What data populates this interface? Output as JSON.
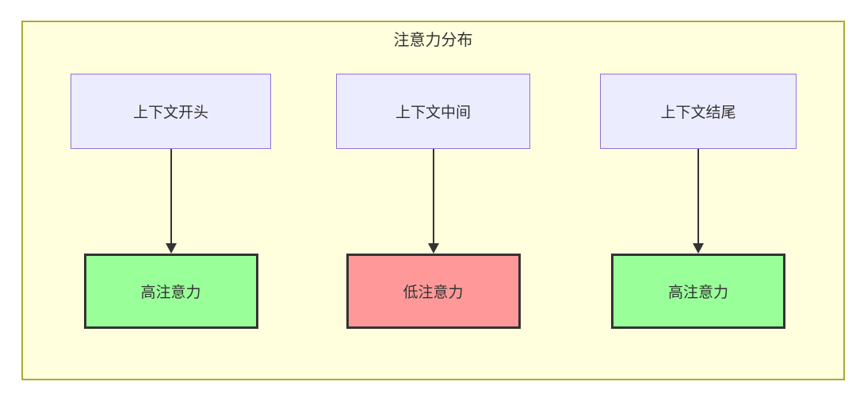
{
  "diagram": {
    "title": "注意力分布",
    "colors": {
      "canvas_bg": "#ffffde",
      "canvas_border": "#aaaa33",
      "source_fill": "#ececff",
      "source_border": "#9370db",
      "high_fill": "#99ff99",
      "low_fill": "#ff9999",
      "target_border": "#333333",
      "arrow": "#333333",
      "text": "#333333"
    },
    "columns": [
      {
        "source": {
          "label": "上下文开头"
        },
        "target": {
          "label": "高注意力",
          "level": "high"
        }
      },
      {
        "source": {
          "label": "上下文中间"
        },
        "target": {
          "label": "低注意力",
          "level": "low"
        }
      },
      {
        "source": {
          "label": "上下文结尾"
        },
        "target": {
          "label": "高注意力",
          "level": "high"
        }
      }
    ]
  }
}
